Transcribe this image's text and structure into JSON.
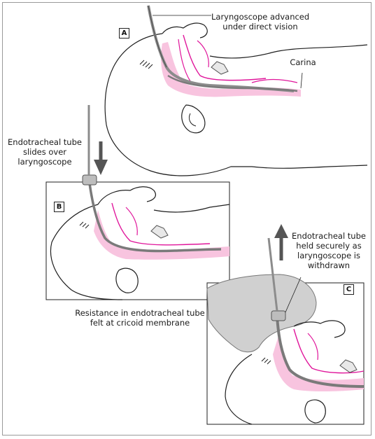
{
  "panels": {
    "a": {
      "letter": "A"
    },
    "b": {
      "letter": "B"
    },
    "c": {
      "letter": "C"
    }
  },
  "labels": {
    "laryngoscope_advanced_line1": "Laryngoscope advanced",
    "laryngoscope_advanced_line2": "under direct vision",
    "carina": "Carina",
    "ett_slides_line1": "Endotracheal tube",
    "ett_slides_line2": "slides over",
    "ett_slides_line3": "laryngoscope",
    "ett_held_line1": "Endotracheal tube",
    "ett_held_line2": "held securely as",
    "ett_held_line3": "laryngoscope is",
    "ett_held_line4": "withdrawn",
    "resistance_line1": "Resistance in endotracheal tube",
    "resistance_line2": "felt at cricoid membrane"
  },
  "colors": {
    "airway_pink": "#f6b8d8",
    "airway_magenta": "#e0169b",
    "tube_gray": "#8c8c8c",
    "hand_gray": "#c9c9c9",
    "outline": "#1f1f1f"
  }
}
